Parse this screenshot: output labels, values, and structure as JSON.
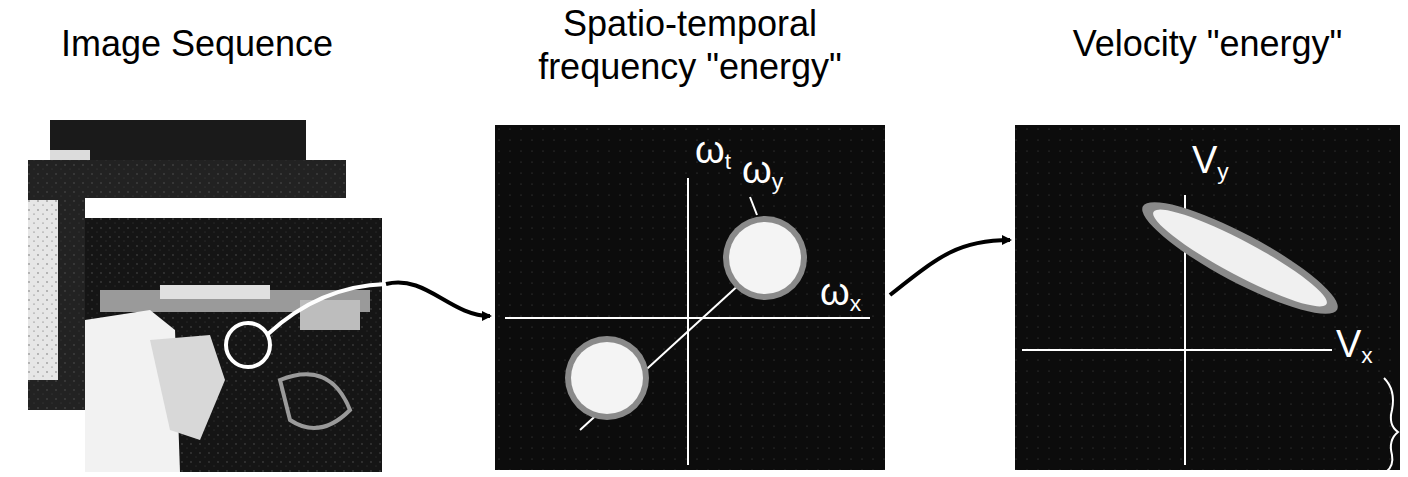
{
  "diagram": {
    "nodes": [
      {
        "text": [
          "Image Sequence"
        ]
      },
      {
        "text": [
          "Spatio-temporal frequency \"energy\"",
          "ωt",
          "ωy",
          "ωx"
        ]
      },
      {
        "text": [
          "Velocity \"energy\"",
          "Vy",
          "Vx"
        ]
      }
    ],
    "edges": [
      {
        "from": 0,
        "to": 1,
        "arrow": "to"
      },
      {
        "from": 1,
        "to": 2,
        "arrow": "to"
      }
    ]
  }
}
